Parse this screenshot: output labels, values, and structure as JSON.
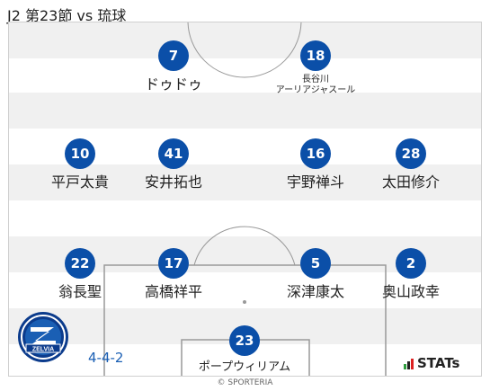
{
  "title": "J2 第23節 vs 琉球",
  "formation": "4-4-2",
  "copyright": "© SPORTERIA",
  "stats_label": "STATs",
  "team_logo_text": "ZELVIA",
  "colors": {
    "number_bg": "#0b4fa8",
    "stripe": "#f0f0f0",
    "line": "#999999",
    "formation_text": "#1a5fb4"
  },
  "players": [
    {
      "number": "7",
      "name": "ドゥドゥ"
    },
    {
      "number": "18",
      "name": "長谷川\nアーリアジャスール"
    },
    {
      "number": "10",
      "name": "平戸太貴"
    },
    {
      "number": "41",
      "name": "安井拓也"
    },
    {
      "number": "16",
      "name": "宇野禅斗"
    },
    {
      "number": "28",
      "name": "太田修介"
    },
    {
      "number": "22",
      "name": "翁長聖"
    },
    {
      "number": "17",
      "name": "高橋祥平"
    },
    {
      "number": "5",
      "name": "深津康太"
    },
    {
      "number": "2",
      "name": "奥山政幸"
    },
    {
      "number": "23",
      "name": "ポープウィリアム"
    }
  ]
}
